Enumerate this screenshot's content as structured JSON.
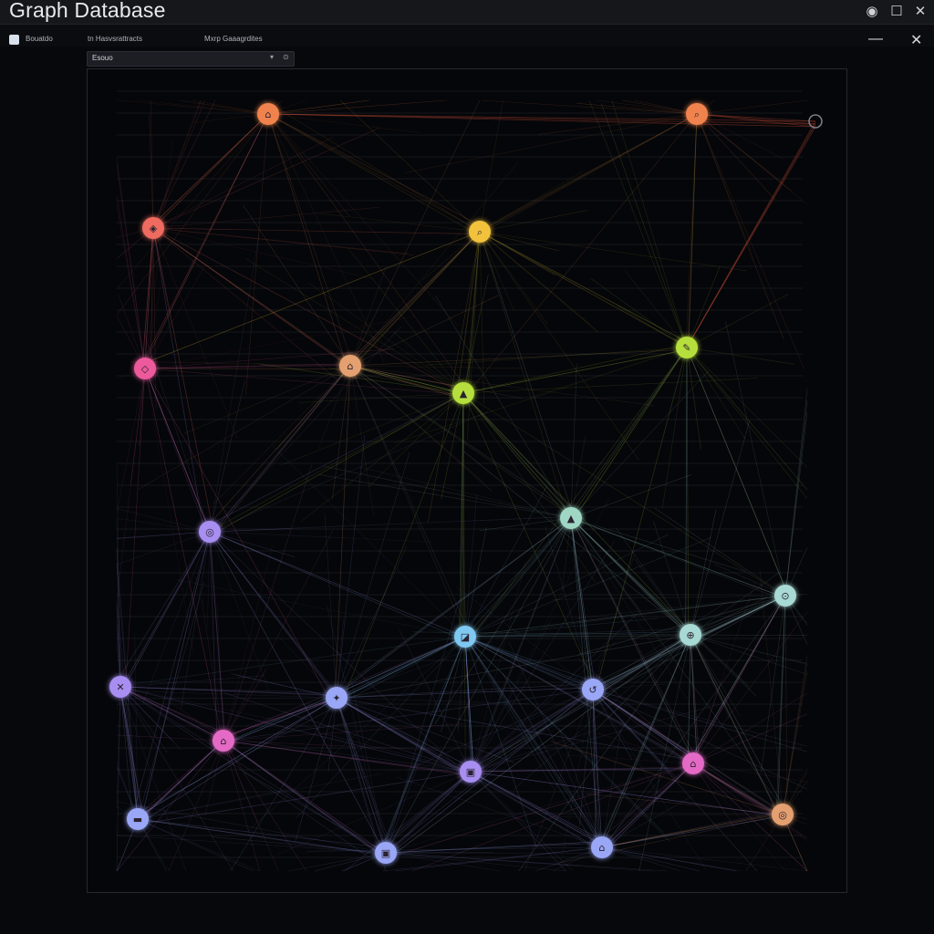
{
  "window": {
    "title": "Graph Database",
    "controls": {
      "settings": "◉",
      "maximize": "☐",
      "close": "✕"
    }
  },
  "toolbar": {
    "app_label": "Bouatdo",
    "menu_1": "tn Hasvsrattracts",
    "menu_2": "Mxrp Gaaagrdites",
    "minimize": "—",
    "close": "✕"
  },
  "search": {
    "value": "Esouo",
    "caret": "▾",
    "option": "⊙"
  },
  "colors": {
    "orange": "#f0834d",
    "red": "#ef6b5e",
    "pink": "#ec5a9c",
    "yellow": "#f2c23c",
    "lime": "#b6df3d",
    "mint": "#9fd7c4",
    "teal": "#a8d9d4",
    "blue": "#7fc8f2",
    "periwinkle": "#9aa7f6",
    "violet": "#a78ef0",
    "magenta": "#e46ac6",
    "peach": "#e4a070"
  },
  "graph": {
    "nodes": [
      {
        "id": "n1",
        "color": "orange",
        "icon": "⌂"
      },
      {
        "id": "n2",
        "color": "orange",
        "icon": "⌕"
      },
      {
        "id": "n3",
        "color": "red",
        "icon": "◈"
      },
      {
        "id": "n4",
        "color": "yellow",
        "icon": "⌕"
      },
      {
        "id": "n5",
        "color": "pink",
        "icon": "◇"
      },
      {
        "id": "n6",
        "color": "peach",
        "icon": "⌂"
      },
      {
        "id": "n7",
        "color": "lime",
        "icon": "▲"
      },
      {
        "id": "n8",
        "color": "lime",
        "icon": "✎"
      },
      {
        "id": "n9",
        "color": "violet",
        "icon": "◎"
      },
      {
        "id": "n10",
        "color": "mint",
        "icon": "▲"
      },
      {
        "id": "n11",
        "color": "teal",
        "icon": "⊙"
      },
      {
        "id": "n12",
        "color": "blue",
        "icon": "◪"
      },
      {
        "id": "n13",
        "color": "teal",
        "icon": "⊕"
      },
      {
        "id": "n14",
        "color": "violet",
        "icon": "✕"
      },
      {
        "id": "n15",
        "color": "periwinkle",
        "icon": "✦"
      },
      {
        "id": "n16",
        "color": "periwinkle",
        "icon": "↺"
      },
      {
        "id": "n17",
        "color": "magenta",
        "icon": "⌂"
      },
      {
        "id": "n18",
        "color": "violet",
        "icon": "▣"
      },
      {
        "id": "n19",
        "color": "magenta",
        "icon": "⌂"
      },
      {
        "id": "n20",
        "color": "periwinkle",
        "icon": "▬"
      },
      {
        "id": "n21",
        "color": "periwinkle",
        "icon": "▣"
      },
      {
        "id": "n22",
        "color": "periwinkle",
        "icon": "⌂"
      },
      {
        "id": "n23",
        "color": "peach",
        "icon": "◎"
      }
    ]
  }
}
